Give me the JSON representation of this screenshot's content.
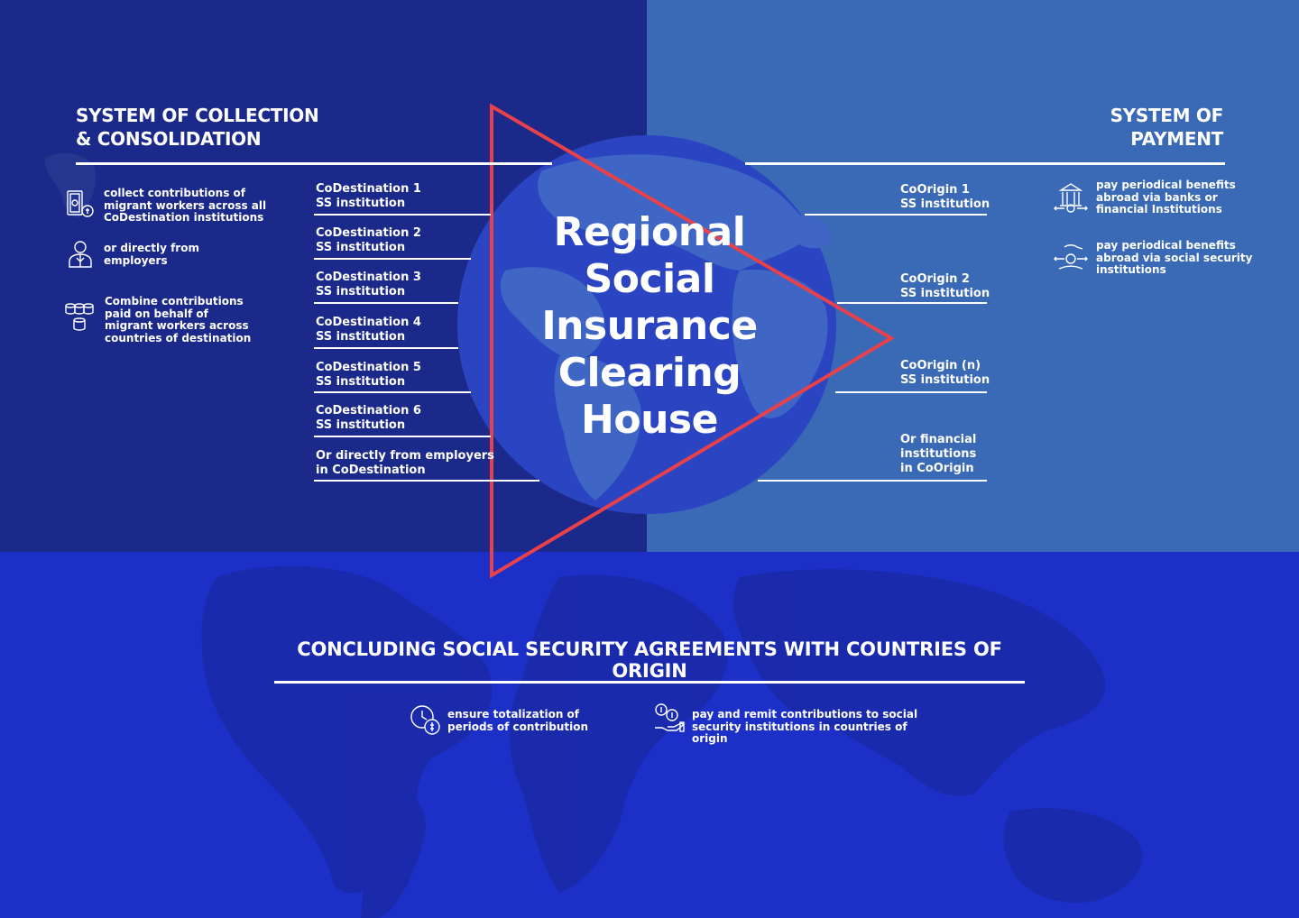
{
  "left": {
    "heading_line1": "SYSTEM OF COLLECTION",
    "heading_line2": "& CONSOLIDATION",
    "items": [
      {
        "text_lines": [
          "collect contributions of",
          "migrant workers across all",
          "CoDestination institutions"
        ],
        "icon": "money-stack-icon"
      },
      {
        "text_lines": [
          "or directly from",
          "employers"
        ],
        "icon": "employer-person-icon"
      },
      {
        "text_lines": [
          "Combine contributions",
          "paid on behalf of",
          "migrant workers across",
          "countries of destination"
        ],
        "icon": "database-coins-icon"
      }
    ],
    "institutions": [
      {
        "line1": "CoDestination 1",
        "line2": "SS institution"
      },
      {
        "line1": "CoDestination 2",
        "line2": "SS institution"
      },
      {
        "line1": "CoDestination 3",
        "line2": "SS institution"
      },
      {
        "line1": "CoDestination 4",
        "line2": "SS institution"
      },
      {
        "line1": "CoDestination 5",
        "line2": "SS institution"
      },
      {
        "line1": "CoDestination 6",
        "line2": "SS institution"
      },
      {
        "line1": "Or directly from employers",
        "line2": "in CoDestination"
      }
    ]
  },
  "right": {
    "heading_line1": "SYSTEM OF",
    "heading_line2": "PAYMENT",
    "items": [
      {
        "text_lines": [
          "pay periodical benefits",
          "abroad via banks or",
          "financial Institutions"
        ],
        "icon": "bank-transfer-icon"
      },
      {
        "text_lines": [
          "pay periodical benefits",
          "abroad via social security",
          "institutions"
        ],
        "icon": "hand-transfer-icon"
      }
    ],
    "institutions": [
      {
        "lines": [
          "CoOrigin 1",
          "SS institution"
        ]
      },
      {
        "lines": [
          "CoOrigin 2",
          "SS institution"
        ]
      },
      {
        "lines": [
          "CoOrigin (n)",
          "SS institution"
        ]
      },
      {
        "lines": [
          "Or financial",
          "institutions",
          "in CoOrigin"
        ]
      }
    ]
  },
  "center": {
    "title_lines": [
      "Regional",
      "Social",
      "Insurance",
      "Clearing",
      "House"
    ]
  },
  "bottom": {
    "heading": "CONCLUDING SOCIAL SECURITY AGREEMENTS WITH COUNTRIES OF ORIGIN",
    "items": [
      {
        "text_lines": [
          "ensure totalization of",
          "periods of contribution"
        ],
        "icon": "clock-coin-icon"
      },
      {
        "text_lines": [
          "pay and remit contributions to social",
          "security institutions in countries of origin"
        ],
        "icon": "hand-coins-icon"
      }
    ]
  },
  "colors": {
    "left_panel": "#1b2a8a",
    "right_panel": "#3a6ab6",
    "bottom_panel": "#1c2fc7",
    "globe": "#2a44c2",
    "land": "#3f66c4",
    "triangle": "#e8414a"
  }
}
